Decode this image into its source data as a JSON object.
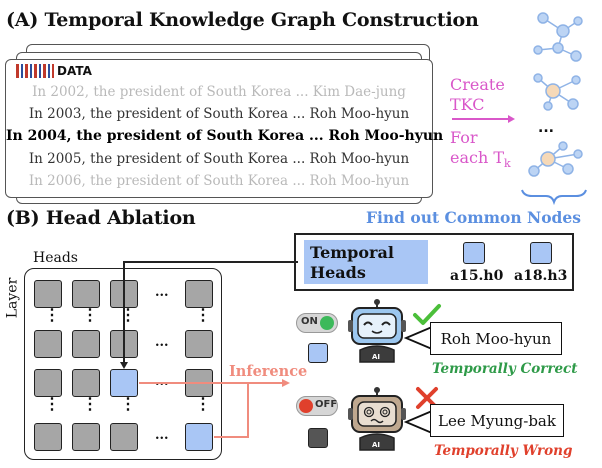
{
  "section_a": {
    "title": "(A) Temporal Knowledge Graph Construction"
  },
  "data_box": {
    "label": "DATA",
    "lines": [
      "In 2002, the president of South Korea ... Kim Dae-jung",
      "In 2003, the president of South Korea ... Roh Moo-hyun",
      "In 2004, the president of South Korea ... Roh Moo-hyun",
      "In 2005, the president of South Korea ... Roh Moo-hyun",
      "In 2006, the president of South Korea ... Roh Moo-hyun"
    ]
  },
  "tkc": {
    "line1": "Create",
    "line2": "TKC",
    "line3": "For",
    "line4": "each T",
    "sub": "k"
  },
  "graphs": {
    "ellipsis": "..."
  },
  "find_common": "Find out Common Nodes",
  "section_b": {
    "title": "(B) Head Ablation"
  },
  "grid": {
    "heads_label": "Heads",
    "layer_label": "Layer",
    "dots": "..."
  },
  "temporal_heads": {
    "label_line1": "Temporal",
    "label_line2": "Heads",
    "head1": "a15.h0",
    "head2": "a18.h3"
  },
  "inference": "Inference",
  "on_state": {
    "toggle": "ON",
    "answer": "Roh Moo-hyun",
    "verdict": "Temporally Correct",
    "verdict_color": "#2e9a48"
  },
  "off_state": {
    "toggle": "OFF",
    "answer": "Lee Myung-bak",
    "verdict": "Temporally Wrong",
    "verdict_color": "#e0402c"
  },
  "robot_badge": "AI",
  "colors": {
    "accent_blue": "#a9c6f5",
    "pink": "#d957c9",
    "salmon": "#f08c7e",
    "green": "#2e9a48",
    "red": "#e0402c"
  }
}
